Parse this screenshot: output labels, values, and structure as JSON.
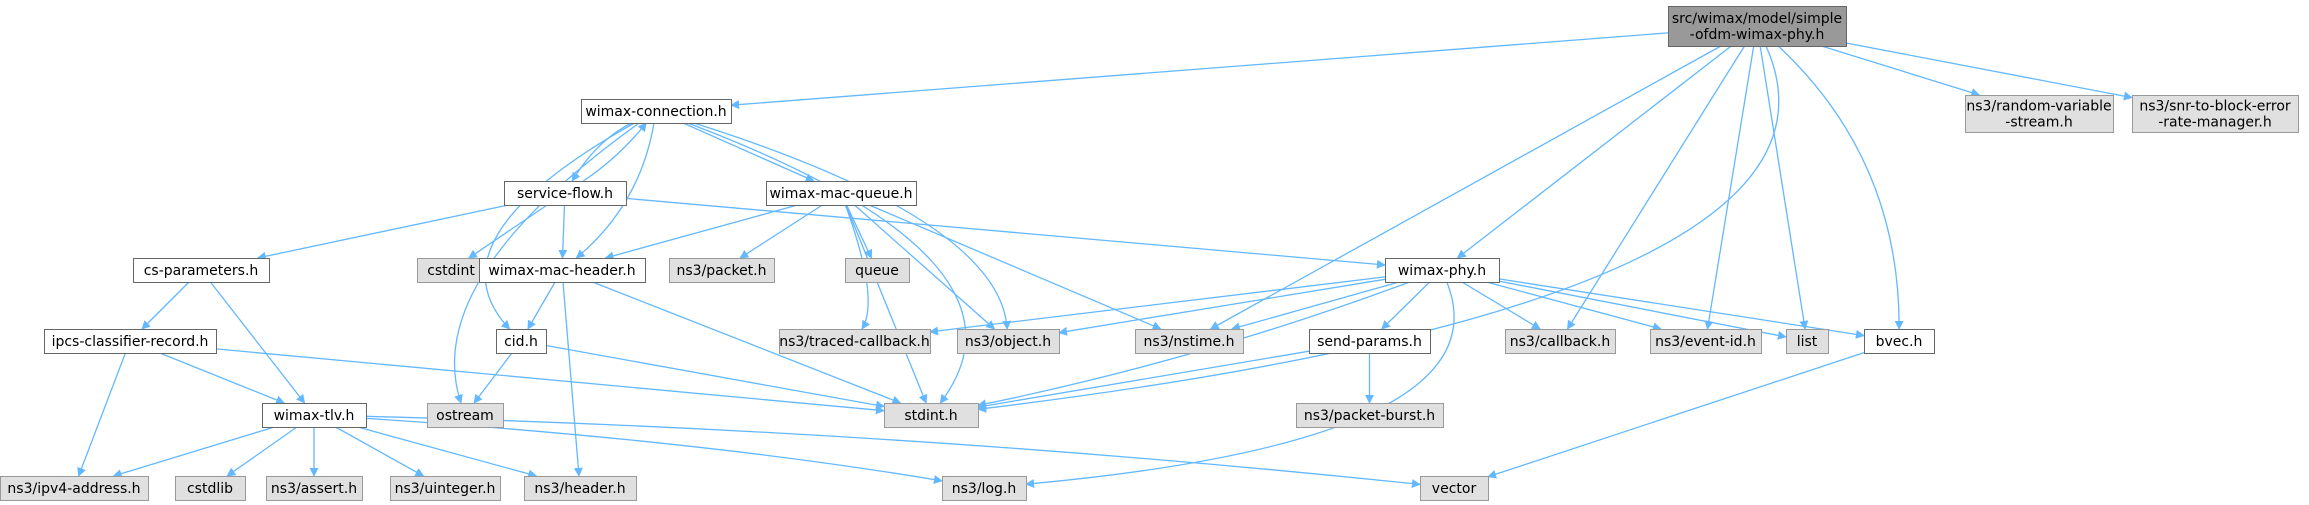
{
  "graph": {
    "colors": {
      "edge": "#63b8ff",
      "root_fill": "#999999",
      "root_border": "#666666",
      "documented_fill": "#ffffff",
      "documented_border": "#666666",
      "external_fill": "#e0e0e0",
      "external_border": "#999999",
      "text": "#000000"
    },
    "nodes": [
      {
        "id": "simple-ofdm",
        "lines": [
          "src/wimax/model/simple",
          "-ofdm-wimax-phy.h"
        ],
        "kind": "root"
      },
      {
        "id": "wimax-connection",
        "lines": [
          "wimax-connection.h"
        ],
        "kind": "documented"
      },
      {
        "id": "random-variable-stream",
        "lines": [
          "ns3/random-variable",
          "-stream.h"
        ],
        "kind": "external"
      },
      {
        "id": "snr-to-block-error",
        "lines": [
          "ns3/snr-to-block-error",
          "-rate-manager.h"
        ],
        "kind": "external"
      },
      {
        "id": "service-flow",
        "lines": [
          "service-flow.h"
        ],
        "kind": "documented"
      },
      {
        "id": "wimax-mac-queue",
        "lines": [
          "wimax-mac-queue.h"
        ],
        "kind": "documented"
      },
      {
        "id": "cs-parameters",
        "lines": [
          "cs-parameters.h"
        ],
        "kind": "documented"
      },
      {
        "id": "cstdint",
        "lines": [
          "cstdint"
        ],
        "kind": "external"
      },
      {
        "id": "wimax-mac-header",
        "lines": [
          "wimax-mac-header.h"
        ],
        "kind": "documented"
      },
      {
        "id": "ns3-packet",
        "lines": [
          "ns3/packet.h"
        ],
        "kind": "external"
      },
      {
        "id": "queue",
        "lines": [
          "queue"
        ],
        "kind": "external"
      },
      {
        "id": "wimax-phy",
        "lines": [
          "wimax-phy.h"
        ],
        "kind": "documented"
      },
      {
        "id": "ipcs-classifier-record",
        "lines": [
          "ipcs-classifier-record.h"
        ],
        "kind": "documented"
      },
      {
        "id": "cid",
        "lines": [
          "cid.h"
        ],
        "kind": "documented"
      },
      {
        "id": "traced-callback",
        "lines": [
          "ns3/traced-callback.h"
        ],
        "kind": "external"
      },
      {
        "id": "ns3-object",
        "lines": [
          "ns3/object.h"
        ],
        "kind": "external"
      },
      {
        "id": "nstime",
        "lines": [
          "ns3/nstime.h"
        ],
        "kind": "external"
      },
      {
        "id": "send-params",
        "lines": [
          "send-params.h"
        ],
        "kind": "documented"
      },
      {
        "id": "ns3-callback",
        "lines": [
          "ns3/callback.h"
        ],
        "kind": "external"
      },
      {
        "id": "event-id",
        "lines": [
          "ns3/event-id.h"
        ],
        "kind": "external"
      },
      {
        "id": "list",
        "lines": [
          "list"
        ],
        "kind": "external"
      },
      {
        "id": "bvec",
        "lines": [
          "bvec.h"
        ],
        "kind": "documented"
      },
      {
        "id": "wimax-tlv",
        "lines": [
          "wimax-tlv.h"
        ],
        "kind": "documented"
      },
      {
        "id": "ostream",
        "lines": [
          "ostream"
        ],
        "kind": "external"
      },
      {
        "id": "stdint",
        "lines": [
          "stdint.h"
        ],
        "kind": "external"
      },
      {
        "id": "packet-burst",
        "lines": [
          "ns3/packet-burst.h"
        ],
        "kind": "external"
      },
      {
        "id": "ipv4-address",
        "lines": [
          "ns3/ipv4-address.h"
        ],
        "kind": "external"
      },
      {
        "id": "cstdlib",
        "lines": [
          "cstdlib"
        ],
        "kind": "external"
      },
      {
        "id": "ns3-assert",
        "lines": [
          "ns3/assert.h"
        ],
        "kind": "external"
      },
      {
        "id": "uinteger",
        "lines": [
          "ns3/uinteger.h"
        ],
        "kind": "external"
      },
      {
        "id": "ns3-header",
        "lines": [
          "ns3/header.h"
        ],
        "kind": "external"
      },
      {
        "id": "ns3-log",
        "lines": [
          "ns3/log.h"
        ],
        "kind": "external"
      },
      {
        "id": "vector",
        "lines": [
          "vector"
        ],
        "kind": "external"
      }
    ],
    "edges": [
      [
        "simple-ofdm",
        "wimax-connection"
      ],
      [
        "simple-ofdm",
        "random-variable-stream"
      ],
      [
        "simple-ofdm",
        "snr-to-block-error"
      ],
      [
        "simple-ofdm",
        "wimax-phy"
      ],
      [
        "simple-ofdm",
        "nstime"
      ],
      [
        "simple-ofdm",
        "ns3-callback"
      ],
      [
        "simple-ofdm",
        "event-id"
      ],
      [
        "simple-ofdm",
        "list"
      ],
      [
        "simple-ofdm",
        "bvec"
      ],
      [
        "simple-ofdm",
        "stdint"
      ],
      [
        "wimax-connection",
        "service-flow"
      ],
      [
        "wimax-connection",
        "wimax-mac-queue"
      ],
      [
        "wimax-connection",
        "wimax-mac-header"
      ],
      [
        "wimax-connection",
        "cid"
      ],
      [
        "wimax-connection",
        "ns3-object"
      ],
      [
        "wimax-connection",
        "ostream"
      ],
      [
        "wimax-connection",
        "stdint"
      ],
      [
        "service-flow",
        "wimax-connection"
      ],
      [
        "service-flow",
        "cs-parameters"
      ],
      [
        "service-flow",
        "cstdint"
      ],
      [
        "service-flow",
        "wimax-mac-header"
      ],
      [
        "service-flow",
        "wimax-phy"
      ],
      [
        "wimax-mac-queue",
        "wimax-mac-header"
      ],
      [
        "wimax-mac-queue",
        "ns3-packet"
      ],
      [
        "wimax-mac-queue",
        "queue"
      ],
      [
        "wimax-mac-queue",
        "traced-callback"
      ],
      [
        "wimax-mac-queue",
        "ns3-object"
      ],
      [
        "wimax-mac-queue",
        "nstime"
      ],
      [
        "wimax-mac-queue",
        "stdint"
      ],
      [
        "cs-parameters",
        "ipcs-classifier-record"
      ],
      [
        "cs-parameters",
        "wimax-tlv"
      ],
      [
        "wimax-mac-header",
        "cid"
      ],
      [
        "wimax-mac-header",
        "ns3-header"
      ],
      [
        "wimax-mac-header",
        "stdint"
      ],
      [
        "wimax-phy",
        "traced-callback"
      ],
      [
        "wimax-phy",
        "ns3-object"
      ],
      [
        "wimax-phy",
        "nstime"
      ],
      [
        "wimax-phy",
        "send-params"
      ],
      [
        "wimax-phy",
        "ns3-callback"
      ],
      [
        "wimax-phy",
        "event-id"
      ],
      [
        "wimax-phy",
        "list"
      ],
      [
        "wimax-phy",
        "bvec"
      ],
      [
        "wimax-phy",
        "stdint"
      ],
      [
        "wimax-phy",
        "ns3-log"
      ],
      [
        "ipcs-classifier-record",
        "wimax-tlv"
      ],
      [
        "ipcs-classifier-record",
        "ipv4-address"
      ],
      [
        "ipcs-classifier-record",
        "stdint"
      ],
      [
        "cid",
        "ostream"
      ],
      [
        "cid",
        "stdint"
      ],
      [
        "send-params",
        "stdint"
      ],
      [
        "send-params",
        "packet-burst"
      ],
      [
        "bvec",
        "vector"
      ],
      [
        "wimax-tlv",
        "ipv4-address"
      ],
      [
        "wimax-tlv",
        "cstdlib"
      ],
      [
        "wimax-tlv",
        "ns3-assert"
      ],
      [
        "wimax-tlv",
        "uinteger"
      ],
      [
        "wimax-tlv",
        "ns3-header"
      ],
      [
        "wimax-tlv",
        "ns3-log"
      ],
      [
        "wimax-tlv",
        "vector"
      ]
    ]
  }
}
